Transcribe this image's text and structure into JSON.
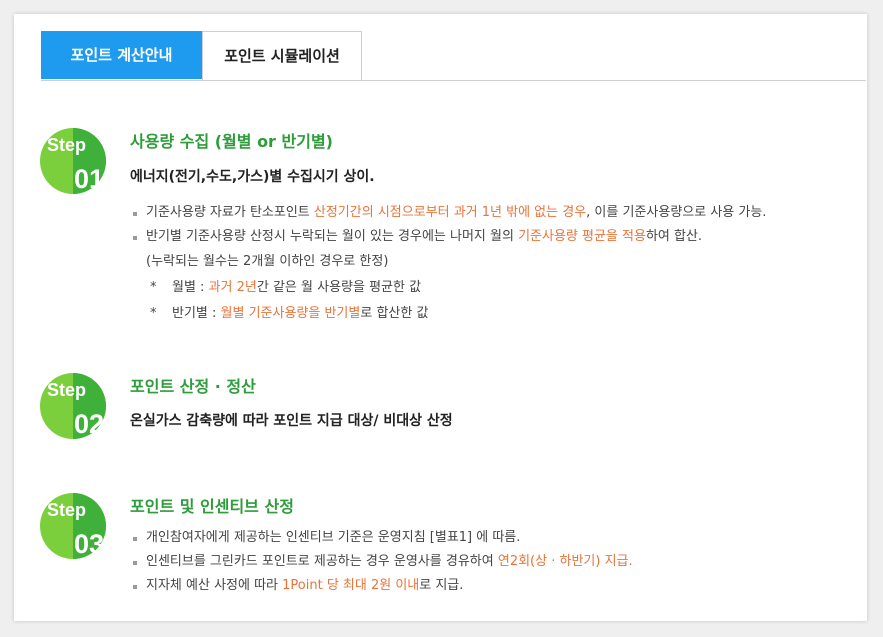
{
  "tabs": [
    {
      "label": "포인트 계산안내",
      "active": true
    },
    {
      "label": "포인트 시뮬레이션",
      "active": false
    }
  ],
  "colors": {
    "accent": "#1e9bef",
    "step_green": "#2e9c3a",
    "highlight": "#e8743b"
  },
  "steps": [
    {
      "badge_word": "Step",
      "badge_num": "01",
      "title": "사용량 수집 (월별 or 반기별)",
      "desc": "에너지(전기,수도,가스)별 수집시기 상이.",
      "b1_a": "기준사용량 자료가 탄소포인트 ",
      "b1_hl": "산정기간의 시점으로부터 과거 1년 밖에 없는 경우",
      "b1_b": ", 이를 기준사용량으로 사용 가능.",
      "b2_a": "반기별 기준사용량 산정시 누락되는 월이 있는 경우에는 나머지 월의 ",
      "b2_hl": "기준사용량 평균을 적용",
      "b2_b": "하여 합산.",
      "note": "(누락되는 월수는 2개월 이하인 경우로 한정)",
      "s1_star": "*",
      "s1_a": "월별 : ",
      "s1_hl": "과거 2년",
      "s1_b": "간 같은 월 사용량을 평균한 값",
      "s2_star": "*",
      "s2_a": "반기별 : ",
      "s2_hl": "월별 기준사용량을 반기별",
      "s2_b": "로 합산한 값"
    },
    {
      "badge_word": "Step",
      "badge_num": "02",
      "title": "포인트 산정 · 정산",
      "desc": "온실가스 감축량에 따라 포인트 지급 대상/ 비대상 산정"
    },
    {
      "badge_word": "Step",
      "badge_num": "03",
      "title": "포인트 및 인센티브 산정",
      "b1": "개인참여자에게 제공하는 인센티브 기준은 운영지침 [별표1] 에 따름.",
      "b2_a": "인센티브를 그린카드 포인트로 제공하는 경우 운영사를 경유하여 ",
      "b2_hl": "연2회(상 · 하반기) 지급.",
      "b3_a": "지자체 예산 사정에 따라 ",
      "b3_hl": "1Point 당 최대 2원 이내",
      "b3_b": "로 지급."
    }
  ]
}
